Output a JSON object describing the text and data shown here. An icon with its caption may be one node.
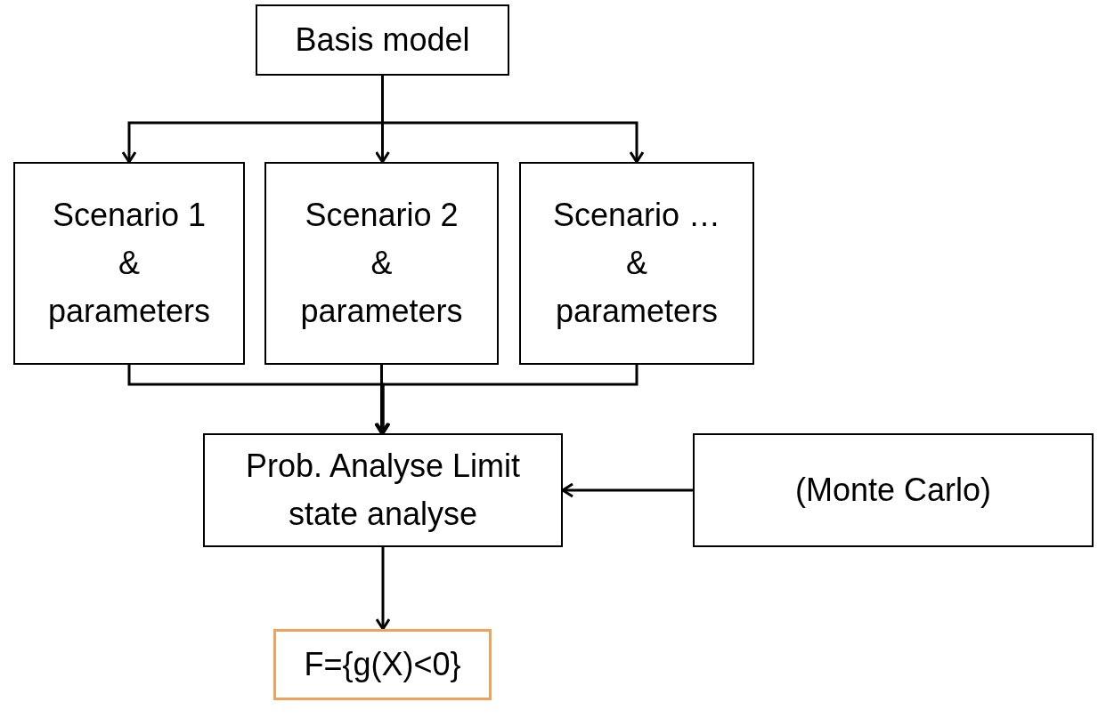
{
  "diagram": {
    "nodes": [
      {
        "text": [
          "Basis model"
        ]
      },
      {
        "text": [
          "Scenario 1 & parameters"
        ]
      },
      {
        "text": [
          "Scenario 2 & parameters"
        ]
      },
      {
        "text": [
          "Scenario … & parameters"
        ]
      },
      {
        "text": [
          "Prob. Analyse Limit state analyse"
        ]
      },
      {
        "text": [
          "(Monte Carlo)"
        ]
      },
      {
        "text": [
          "F={g(X)<0}"
        ]
      }
    ],
    "edges": [
      {
        "from": 0,
        "to": 1,
        "arrow": "to"
      },
      {
        "from": 0,
        "to": 2,
        "arrow": "to"
      },
      {
        "from": 0,
        "to": 3,
        "arrow": "to"
      },
      {
        "from": 1,
        "to": 4,
        "arrow": "to"
      },
      {
        "from": 2,
        "to": 4,
        "arrow": "to"
      },
      {
        "from": 3,
        "to": 4,
        "arrow": "to"
      },
      {
        "from": 5,
        "to": 4,
        "arrow": "to"
      },
      {
        "from": 4,
        "to": 6,
        "arrow": "to",
        "color": "#000000"
      }
    ]
  }
}
